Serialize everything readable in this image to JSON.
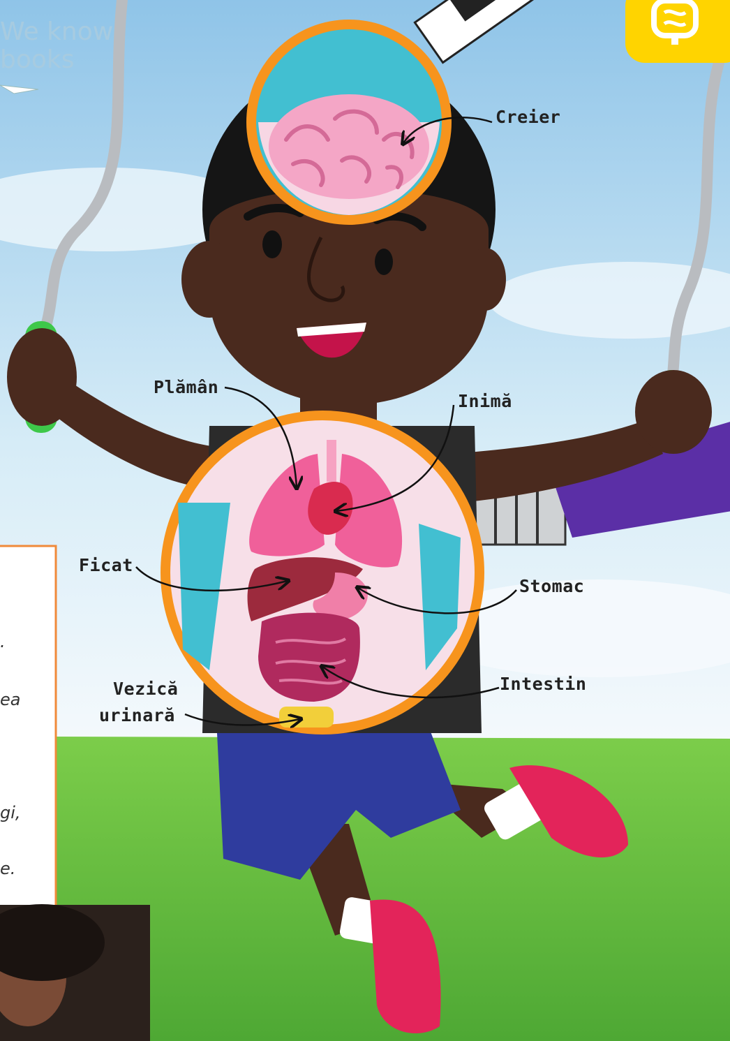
{
  "watermark": {
    "line1": "We know",
    "line2": "books"
  },
  "labels": {
    "brain": "Creier",
    "lung": "Plămân",
    "heart": "Inimă",
    "liver": "Ficat",
    "stomach": "Stomac",
    "intestine": "Intestin",
    "bladder_line1": "Vezică",
    "bladder_line2": "urinară"
  },
  "side_fragments": [
    ".",
    "ea",
    "gi,",
    "e."
  ],
  "icons": {
    "badge": "intestine-icon"
  },
  "colors": {
    "sky": "#cfe6f3",
    "grass": "#5fbf3a",
    "skin": "#4a2a1e",
    "ring": "#f7941d",
    "shorts": "#2f3c9e",
    "shoe": "#e3245a",
    "badge": "#ffd400"
  }
}
